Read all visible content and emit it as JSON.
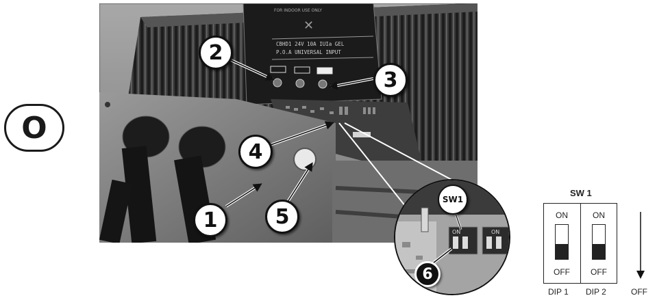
{
  "section_letter": "O",
  "callouts": [
    "1",
    "2",
    "3",
    "4",
    "5",
    "6"
  ],
  "photo": {
    "label_line1": "CBHD1 24V 10A IUIa GEL",
    "label_line2": "P.O.A UNIVERSAL INPUT",
    "label_top": "FOR INDOOR USE ONLY"
  },
  "inset": {
    "badge": "SW1",
    "switch_label": "ON"
  },
  "dip_diagram": {
    "title": "SW 1",
    "on_label": "ON",
    "off_label": "OFF",
    "switches": [
      {
        "name": "DIP 1",
        "position": "OFF"
      },
      {
        "name": "DIP 2",
        "position": "OFF"
      }
    ],
    "arrow_label": "OFF"
  },
  "colors": {
    "ink": "#111111",
    "photo_dark": "#2b2b2b",
    "photo_mid": "#8c8c8c"
  }
}
